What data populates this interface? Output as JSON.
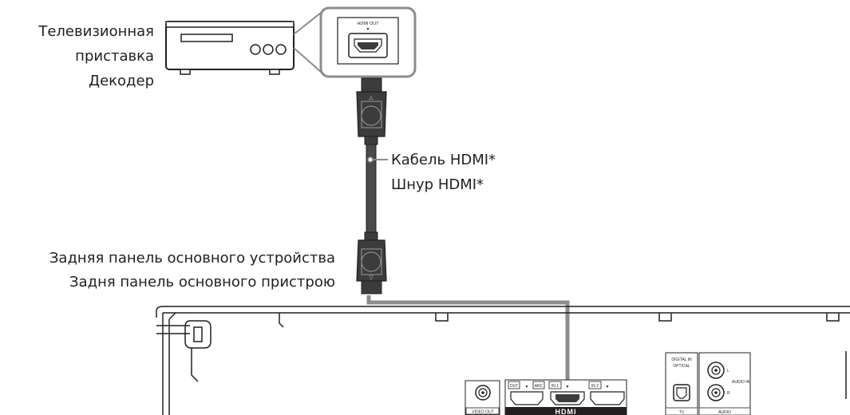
{
  "labels": {
    "settop_line1": "Телевизионная",
    "settop_line2": "приставка",
    "settop_line3": "Декодер",
    "cable_line1": "Кабель HDMI*",
    "cable_line2": "Шнур HDMI*",
    "rear_line1": "Задняя панель основного устройства",
    "rear_line2": "Задня панель основного пристрою"
  },
  "port_labels": {
    "hdmi_out": "HDMI OUT",
    "video_out": "VIDEO OUT",
    "out": "OUT",
    "arc": "ARC",
    "in1": "IN 1",
    "in2": "IN 2",
    "hdmi_logo": "HDMI",
    "digital_in_1": "DIGITAL IN",
    "digital_in_2": "OPTICAL",
    "tv": "TV",
    "audio_l": "L",
    "audio_r": "R",
    "audio_in": "AUDIO IN",
    "audio": "AUDIO"
  },
  "colors": {
    "ink": "#231f20",
    "cable_gray": "#8c8c8c",
    "plug_dark": "#3c3c3c"
  }
}
